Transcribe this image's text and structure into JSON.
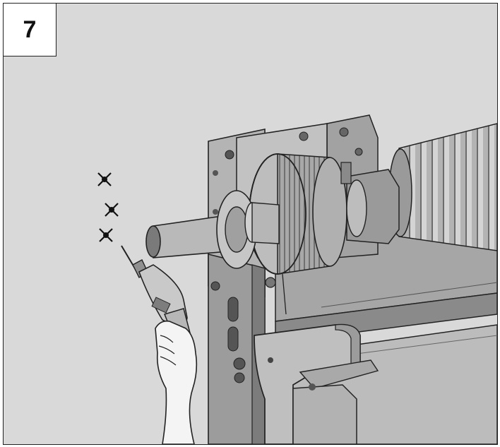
{
  "step": {
    "number": "7"
  },
  "colors": {
    "background": "#d9d9d9",
    "metal_light": "#c8c8c8",
    "metal_mid": "#9d9d9d",
    "metal_dark": "#6e6e6e",
    "outline": "#222222",
    "mark": "#111111"
  },
  "drill_marks": {
    "count": 3,
    "symbol": "cross-with-center-dot"
  },
  "icons": [
    "drill-icon",
    "hand-icon",
    "torsion-spring-icon",
    "cable-drum-icon",
    "shaft-icon",
    "bracket-icon"
  ]
}
